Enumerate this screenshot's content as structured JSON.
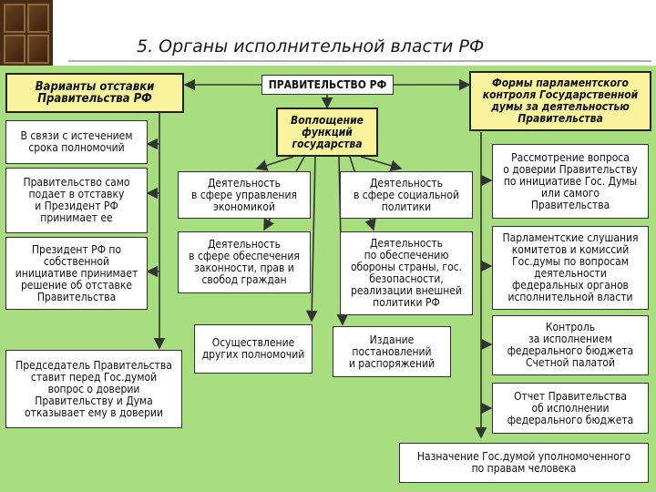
{
  "title": "5. Органы исполнительной власти РФ",
  "boxes": {
    "variants": "Варианты отставки\nПравительства РФ",
    "government": "ПРАВИТЕЛЬСТВО РФ",
    "control_forms": "Формы парламентского\nконтроля Государственной\nдумы за деятельностью\nПравительства",
    "embodiment": "Воплощение\nфункций\nгосударства",
    "term_expiry": "В связи с истечением\nсрока полномочий",
    "self_resign": "Правительство само\nподает в отставку\nи Президент РФ\nпринимает ее",
    "president_initiative": "Президент РФ по\nсобственной\nинициативе принимает\nрешение об отставке\nПравительства",
    "chairman_confidence": "Председатель Правительства\nставит перед Гос.думой\nвопрос о доверии\nПравительству и Дума\nотказывает ему в доверии",
    "economy": "Деятельность\nв сфере управления\nэкономикой",
    "social": "Деятельность\nв сфере социальной\nполитики",
    "legality": "Деятельность\nв сфере обеспечения\nзаконности, прав и\nсвобод граждан",
    "defense": "Деятельность\nпо обеспечению\nобороны страны, гос.\nбезопасности,\nреализации внешней\nполитики РФ",
    "other_powers": "Осуществление\nдругих полномочий",
    "decrees": "Издание\nпостановлений\nи распоряжений",
    "confidence_question": "Рассмотрение вопроса\nо доверии Правительству\nпо инициативе Гос. Думы\nили самого\nПравительства",
    "hearings": "Парламентские слушания\nкомитетов и комиссий\nГос.думы по вопросам\nдеятельности\nфедеральных органов\nисполнительной власти",
    "budget_control": "Контроль\nза исполнением\nфедерального бюджета\nСчетной палатой",
    "budget_report": "Отчет Правительства\nоб исполнении\nфедерального бюджета",
    "ombudsman": "Назначение Гос.думой уполномоченного\nпо правам человека"
  },
  "colors": {
    "background": "#a9de80",
    "box": "#ffffff",
    "highlight": "#f8f39c",
    "line": "#333333"
  }
}
